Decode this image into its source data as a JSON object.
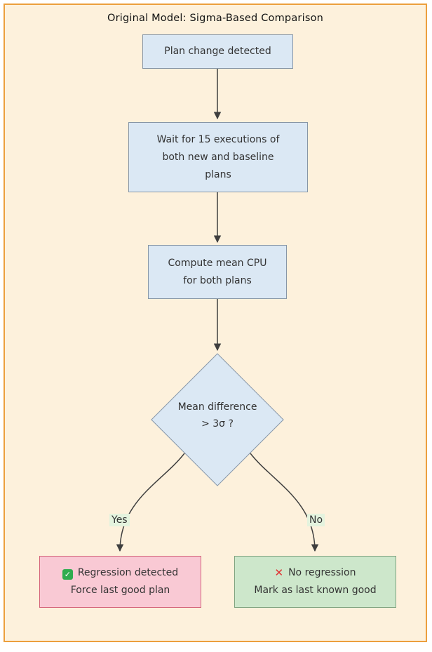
{
  "title": "Original Model: Sigma-Based Comparison",
  "colors": {
    "background": "#fdf1dc",
    "frame_border": "#ec9f3d",
    "node_fill": "#dbe8f4",
    "node_border": "#8796a6",
    "regression_fill": "#f9c9d4",
    "regression_border": "#d4647a",
    "no_regression_fill": "#cde7cb",
    "no_regression_border": "#7fa37f",
    "edge": "#3f3f3f",
    "edge_label_bg": "#e4f3de",
    "check_icon": "#2fac4e",
    "cross_icon": "#e03131"
  },
  "nodes": {
    "start": {
      "label": "Plan change detected"
    },
    "wait": {
      "lines": [
        "Wait for 15 executions of",
        "both new and baseline",
        "plans"
      ]
    },
    "compute": {
      "lines": [
        "Compute mean CPU",
        "for both plans"
      ]
    },
    "decision": {
      "lines": [
        "Mean difference",
        "> 3σ ?"
      ]
    },
    "regression": {
      "icon": "✓",
      "title": "Regression detected",
      "subtitle": "Force last good plan"
    },
    "no_regression": {
      "icon": "✕",
      "title": "No regression",
      "subtitle": "Mark as last known good"
    }
  },
  "edge_labels": {
    "yes": "Yes",
    "no": "No"
  }
}
